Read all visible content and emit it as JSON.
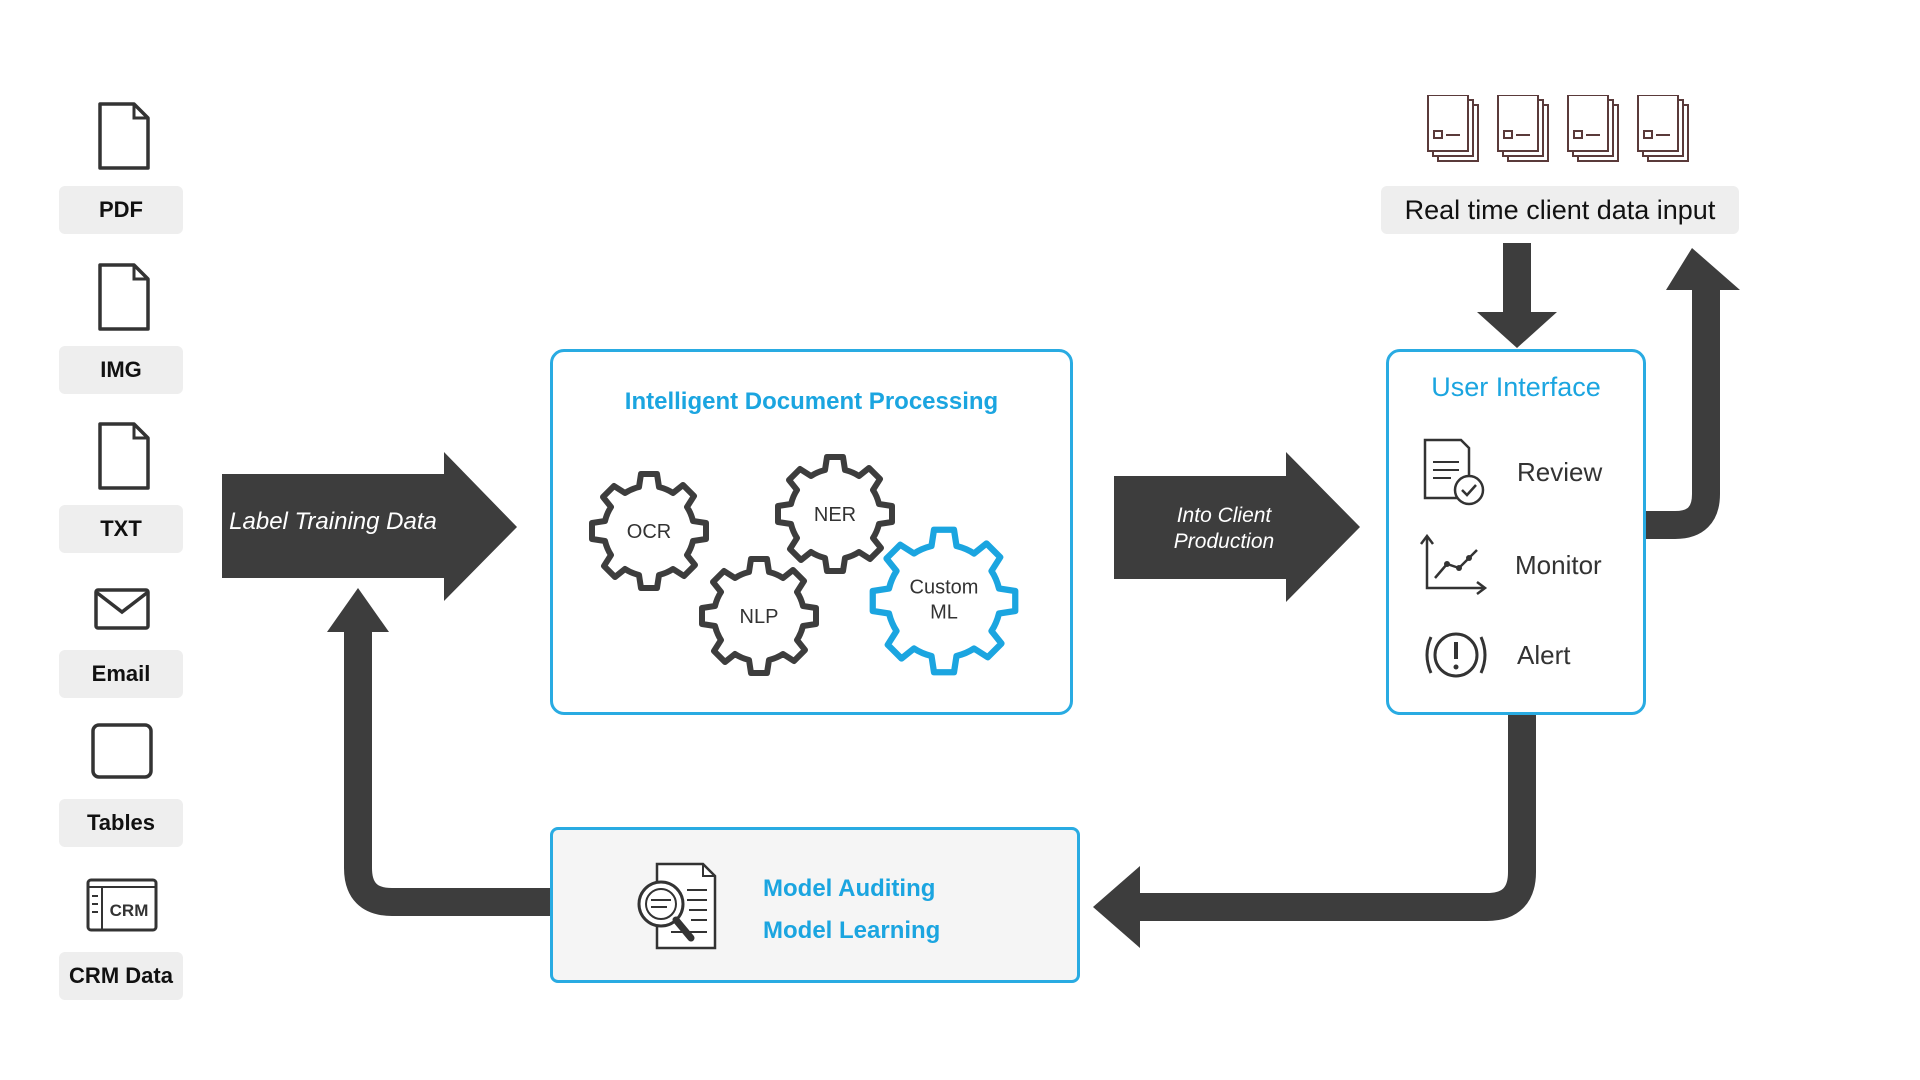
{
  "sources": [
    {
      "label": "PDF",
      "icon": "pdf-file-icon"
    },
    {
      "label": "IMG",
      "icon": "image-file-icon"
    },
    {
      "label": "TXT",
      "icon": "text-file-icon"
    },
    {
      "label": "Email",
      "icon": "envelope-icon"
    },
    {
      "label": "Tables",
      "icon": "table-icon"
    },
    {
      "label": "CRM Data",
      "icon": "crm-icon"
    }
  ],
  "crm_icon_text": "CRM",
  "label_training_arrow": "Label Training Data",
  "idp": {
    "title": "Intelligent Document Processing",
    "gears": {
      "ocr": "OCR",
      "ner": "NER",
      "nlp": "NLP",
      "custom_line1": "Custom",
      "custom_line2": "ML"
    }
  },
  "production_arrow": {
    "line1": "Into Client",
    "line2": "Production"
  },
  "realtime_input": {
    "label": "Real time client data input",
    "icon": "document-stack-icon"
  },
  "user_interface": {
    "title": "User Interface",
    "items": [
      {
        "label": "Review",
        "icon": "review-document-icon"
      },
      {
        "label": "Monitor",
        "icon": "line-chart-icon"
      },
      {
        "label": "Alert",
        "icon": "alert-icon"
      }
    ]
  },
  "model_box": {
    "line1": "Model Auditing",
    "line2": "Model Learning",
    "icon": "magnifier-document-icon"
  },
  "colors": {
    "accent": "#1ba5e0",
    "arrow": "#3d3d3d",
    "label_bg": "#eeeeee"
  }
}
